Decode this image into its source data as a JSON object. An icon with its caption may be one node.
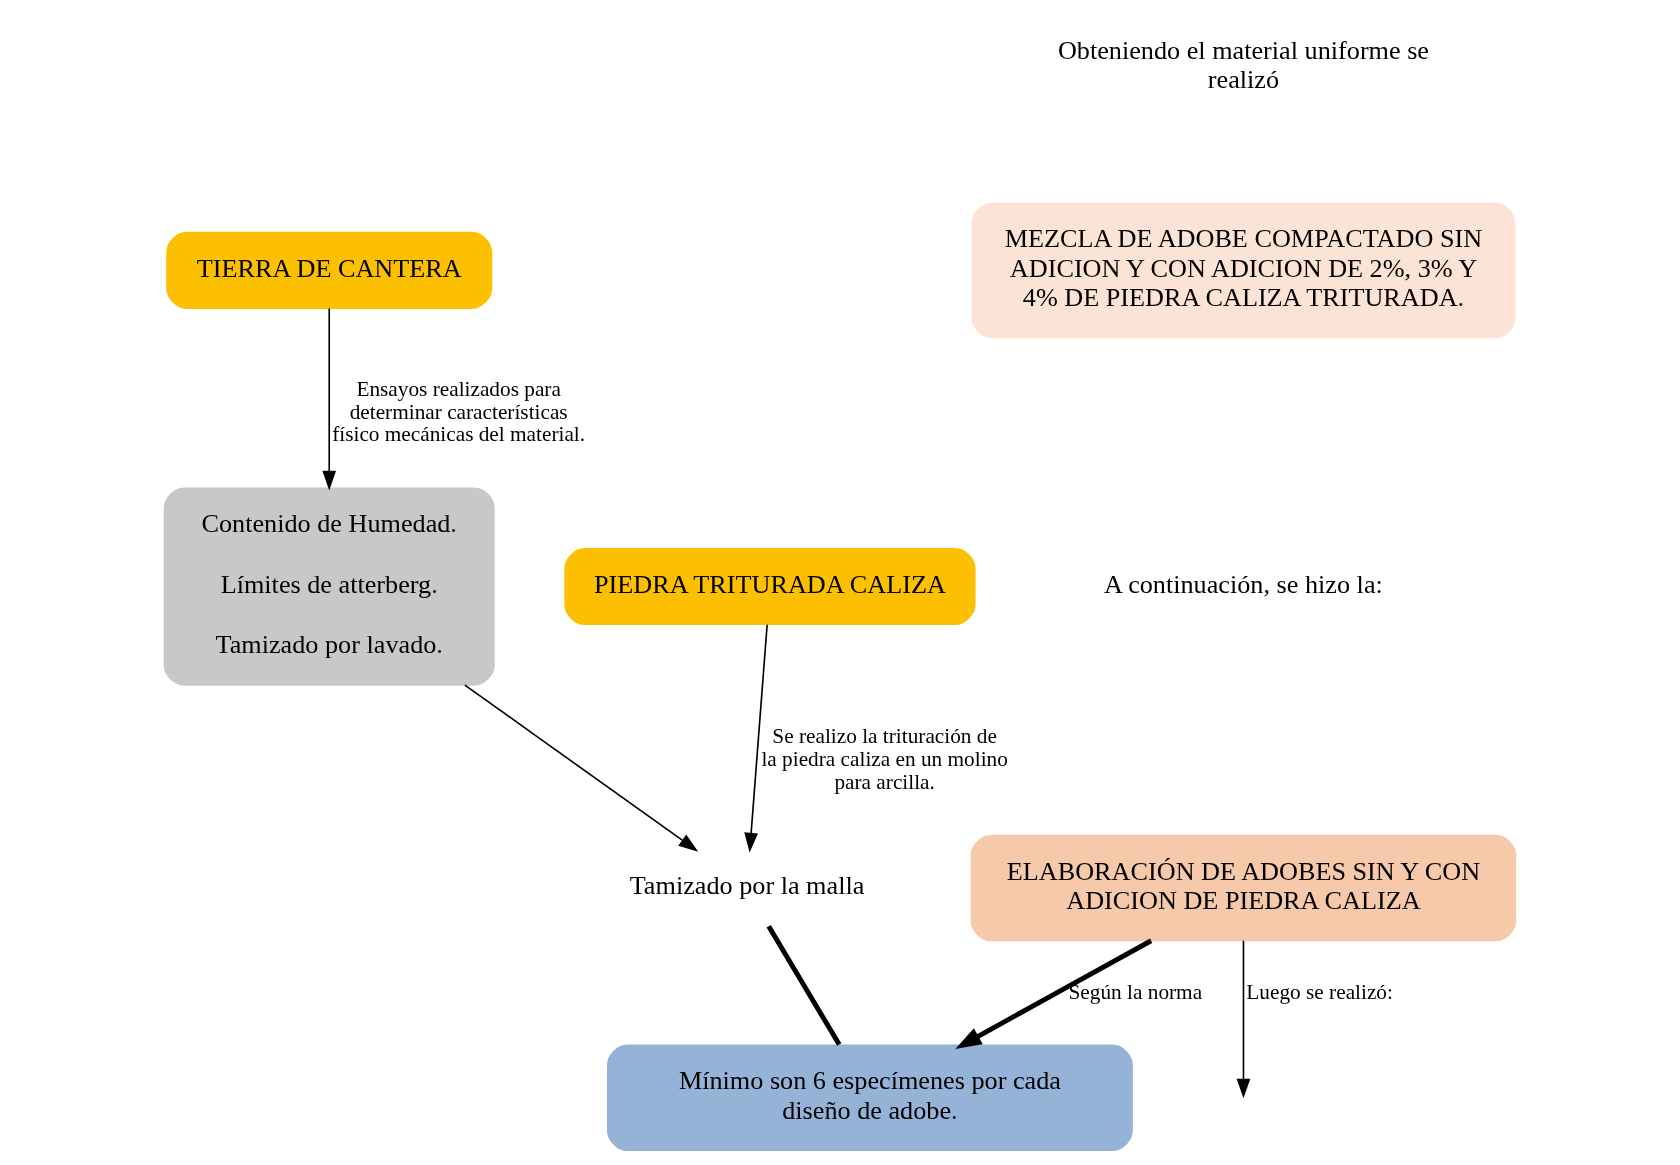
{
  "diagram": {
    "nodes": [
      {
        "text": [
          "TIERRA DE CANTERA"
        ]
      },
      {
        "text": [
          "Contenido de Humedad.",
          "Límites de atterberg.",
          "Tamizado por lavado."
        ]
      },
      {
        "text": [
          "PIEDRA TRITURADA CALIZA"
        ]
      },
      {
        "text": [
          "Tamizado por la malla"
        ]
      },
      {
        "text": [
          "MEZCLA DE ADOBE COMPACTADO SIN ADICION Y CON ADICION DE 2%, 3% Y 4% DE PIEDRA CALIZA TRITURADA."
        ]
      },
      {
        "text": [
          "ELABORACIÓN DE ADOBES SIN Y CON ADICION DE PIEDRA CALIZA"
        ]
      },
      {
        "text": [
          "Mínimo son 6 especímenes por cada diseño de adobe."
        ]
      }
    ],
    "edges": [
      {
        "from": 0,
        "to": 1,
        "arrow": "to",
        "label": "Ensayos realizados para determinar características físico mecánicas del material."
      },
      {
        "from": 1,
        "to": 3,
        "arrow": "to"
      },
      {
        "from": 2,
        "to": 3,
        "arrow": "to",
        "label": "Se realizo la trituración de la piedra caliza en un molino para arcilla."
      },
      {
        "from": 3,
        "to": 6,
        "arrow": "none",
        "style": "thick"
      },
      {
        "from": 5,
        "to": 6,
        "arrow": "to",
        "label": "Según la norma",
        "style": "thick"
      },
      {
        "from": 5,
        "to": null,
        "arrow": "to",
        "label": "Luego se realizó:"
      }
    ],
    "labels": [
      "Obteniendo el material uniforme se realizó",
      "A continuación, se hizo la:"
    ]
  }
}
